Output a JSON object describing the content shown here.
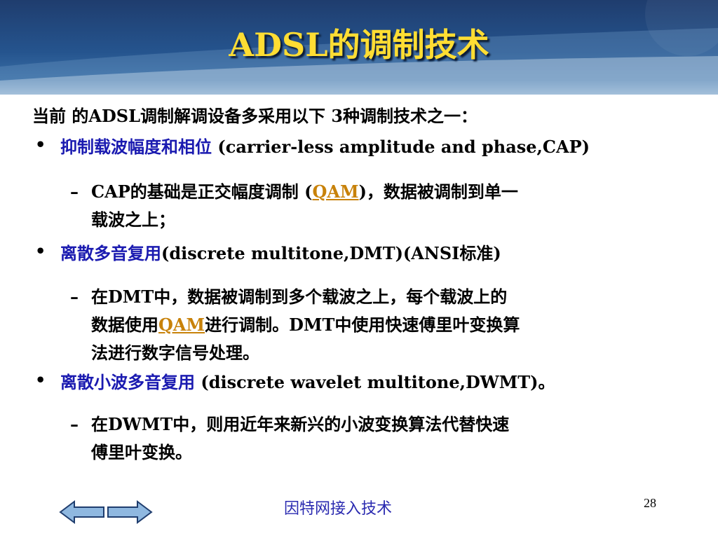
{
  "slide": {
    "title": "ADSL的调制技术",
    "intro": "当前 的ADSL调制解调设备多采用以下 3种调制技术之一：",
    "items": [
      {
        "cn": "抑制载波幅度和相位",
        "en": " (carrier-less amplitude and phase,CAP)",
        "sub": {
          "l1a": "CAP的基础是正交幅度调制 (",
          "l1link": "QAM",
          "l1b": ")，数据被调制到单一",
          "l2": "载波之上；"
        }
      },
      {
        "cn": "离散多音复用",
        "en": "(discrete multitone,DMT)(ANSI标准)",
        "sub": {
          "l1": "在DMT中，数据被调制到多个载波之上，每个载波上的",
          "l2a": "数据使用",
          "l2link": "QAM",
          "l2b": "进行调制。DMT中使用快速傅里叶变换算",
          "l3": "法进行数字信号处理。"
        }
      },
      {
        "cn": "离散小波多音复用",
        "en": " (discrete wavelet multitone,DWMT)。",
        "sub": {
          "l1": "在DWMT中，则用近年来新兴的小波变换算法代替快速",
          "l2": "傅里叶变换。"
        }
      }
    ],
    "bullet_symbol": "•",
    "dash_symbol": "–"
  },
  "footer": {
    "text": "因特网接入技术",
    "page_number": "28"
  },
  "nav": {
    "prev_icon": "left-arrow-icon",
    "next_icon": "right-arrow-icon"
  },
  "colors": {
    "title": "#ffdd33",
    "blue_text": "#1a1ab0",
    "link": "#c8820a",
    "banner": "#25548e"
  }
}
